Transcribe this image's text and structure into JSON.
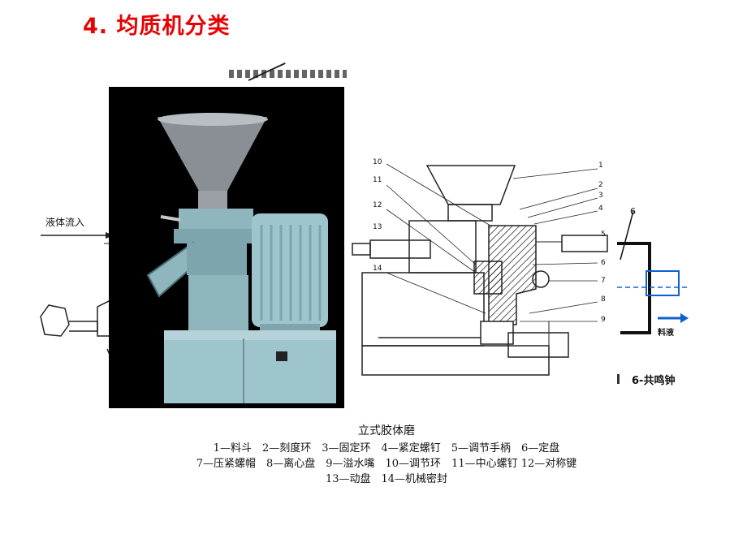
{
  "slide": {
    "title": "4. 均质机分类"
  },
  "left_figure": {
    "flow_label": "液体流入"
  },
  "right_figure": {
    "caption": "6-共鸣钟",
    "flow_label": "料液",
    "part_number": "6"
  },
  "diagram": {
    "callouts": [
      "1",
      "2",
      "3",
      "4",
      "5",
      "6",
      "7",
      "8",
      "9",
      "10",
      "11",
      "12",
      "13",
      "14"
    ]
  },
  "caption": {
    "title": "立式胶体磨",
    "lines": [
      "1—料斗　2—刻度环　3—固定环　4—紧定螺钉　5—调节手柄　6—定盘",
      "7—压紧螺帽　8—离心盘　9—溢水嘴　10—调节环　11—中心螺钉 12—对称键",
      "13—动盘　14—机械密封"
    ]
  },
  "colors": {
    "title": "#e60000",
    "blue_part": "#1060d0",
    "machine_body": "#8fb5bd",
    "hopper": "#8a8f96"
  }
}
